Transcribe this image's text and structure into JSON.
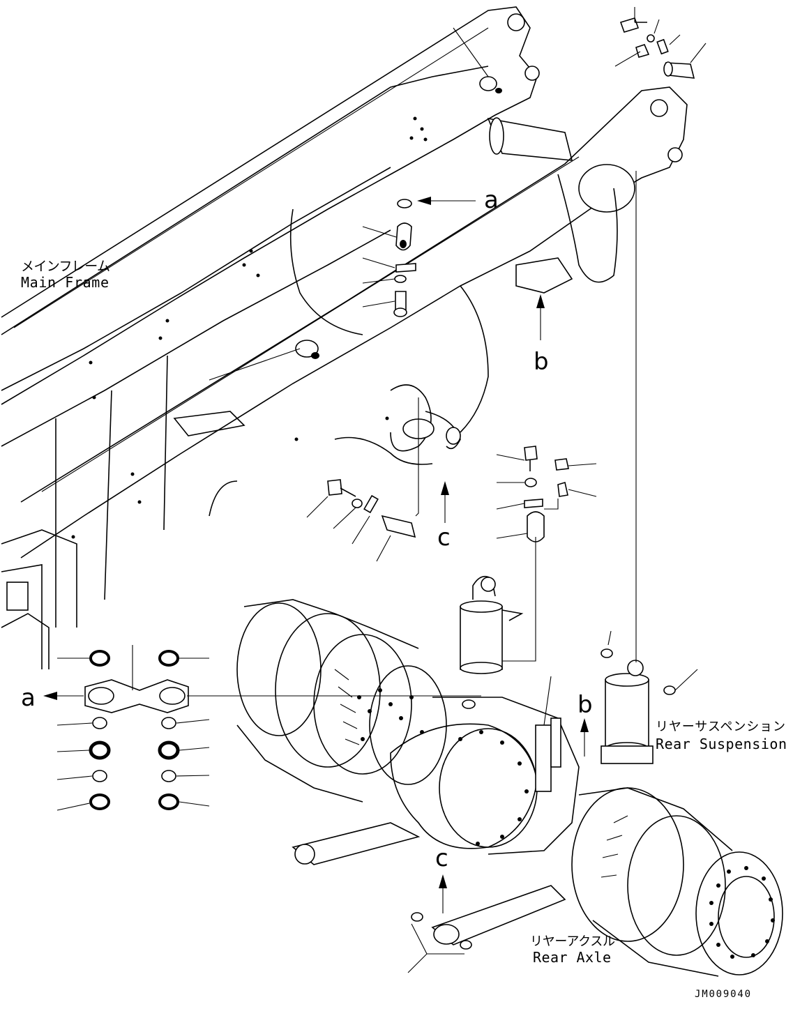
{
  "labels": {
    "main_frame_jp": "メインフレーム",
    "main_frame_en": "Main Frame",
    "rear_suspension_jp": "リヤーサスペンション",
    "rear_suspension_en": "Rear Suspension",
    "rear_axle_jp": "リヤーアクスル",
    "rear_axle_en": "Rear Axle",
    "drawing_id": "JM009040"
  },
  "callouts": {
    "a_top": "a",
    "a_left": "a",
    "b_top": "b",
    "b_bottom": "b",
    "c_top": "c",
    "c_bottom": "c"
  }
}
